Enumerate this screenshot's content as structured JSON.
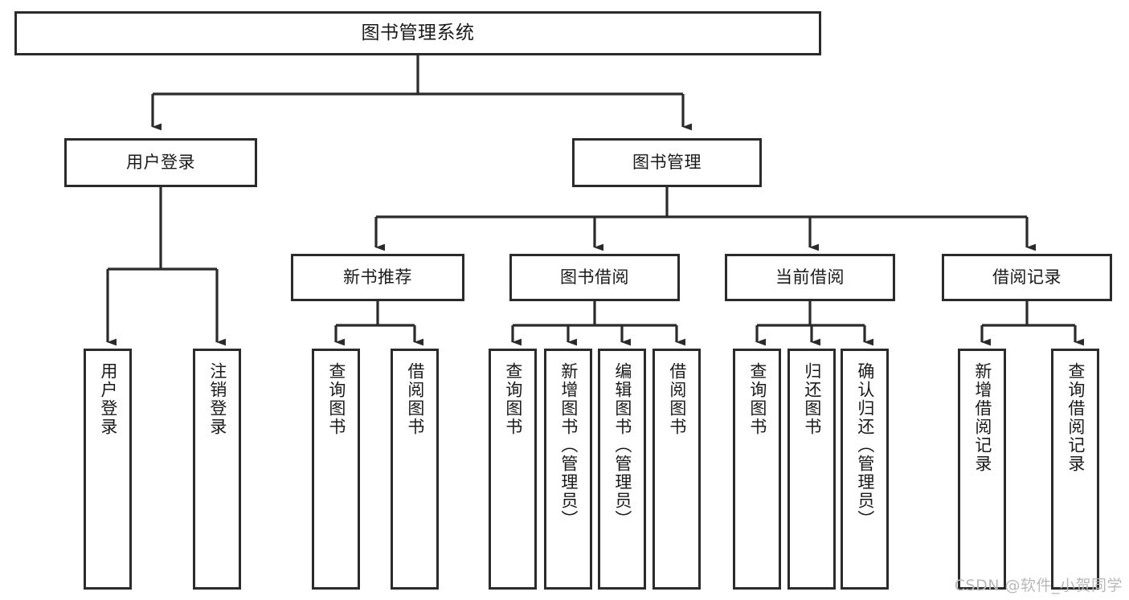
{
  "diagram": {
    "title": "图书管理系统",
    "watermark": "CSDN @软件_小贺同学",
    "colors": {
      "stroke": "#2b2b2b",
      "fill": "#ffffff",
      "text": "#1a1a1a",
      "watermark": "#b9b9b9"
    },
    "levels": {
      "root": {
        "label": "图书管理系统"
      },
      "level2": [
        {
          "label": "用户登录"
        },
        {
          "label": "图书管理"
        }
      ],
      "level3": [
        {
          "label": "新书推荐"
        },
        {
          "label": "图书借阅"
        },
        {
          "label": "当前借阅"
        },
        {
          "label": "借阅记录"
        }
      ],
      "leaves": [
        {
          "label": "用户登录",
          "parent": "用户登录"
        },
        {
          "label": "注销登录",
          "parent": "用户登录"
        },
        {
          "label": "查询图书",
          "parent": "新书推荐"
        },
        {
          "label": "借阅图书",
          "parent": "新书推荐"
        },
        {
          "label": "查询图书",
          "parent": "图书借阅"
        },
        {
          "label": "新增图书（管理员）",
          "parent": "图书借阅"
        },
        {
          "label": "编辑图书（管理员）",
          "parent": "图书借阅"
        },
        {
          "label": "借阅图书",
          "parent": "图书借阅"
        },
        {
          "label": "查询图书",
          "parent": "当前借阅"
        },
        {
          "label": "归还图书",
          "parent": "当前借阅"
        },
        {
          "label": "确认归还（管理员）",
          "parent": "当前借阅"
        },
        {
          "label": "新增借阅记录",
          "parent": "借阅记录"
        },
        {
          "label": "查询借阅记录",
          "parent": "借阅记录"
        }
      ]
    }
  }
}
